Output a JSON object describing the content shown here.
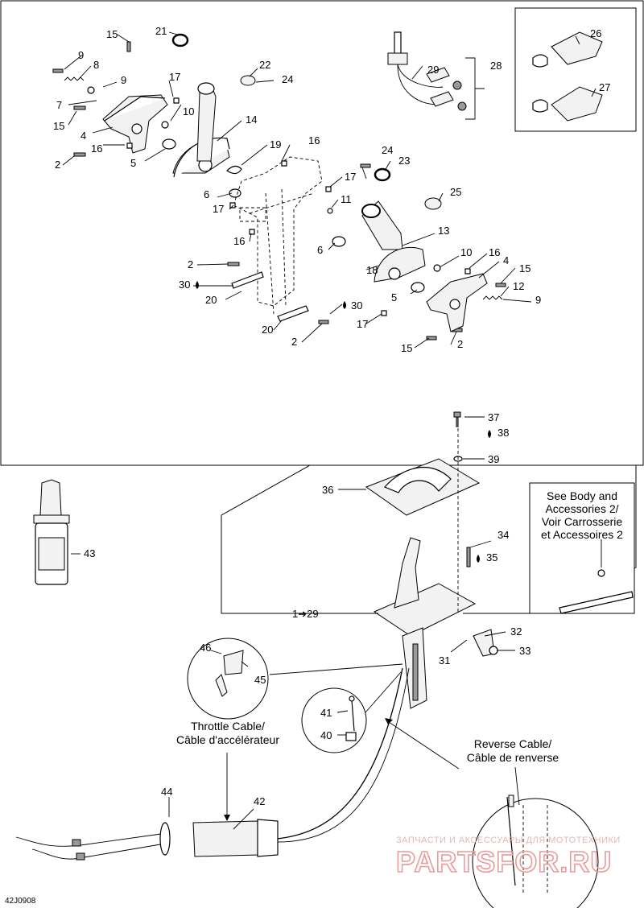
{
  "figure_code": "42J0908",
  "notes": {
    "see_body_line1": "See Body and",
    "see_body_line2": "Accessories 2/",
    "see_body_line3": "Voir Carrosserie",
    "see_body_line4": "et Accessoires 2",
    "throttle_line1": "Throttle Cable/",
    "throttle_line2": "Câble d'accélérateur",
    "reverse_line1": "Reverse Cable/",
    "reverse_line2": "Câble de renverse",
    "assembly_ref": "1➔29"
  },
  "watermark": {
    "line1": "ЗАПЧАСТИ И АКСЕССУАРЫ ДЛЯ МОТОТЕХНИКИ",
    "line2": "PARTSFOR.RU"
  },
  "labels": {
    "l2a": "2",
    "l2b": "2",
    "l2c": "2",
    "l2d": "2",
    "l4a": "4",
    "l4b": "4",
    "l5a": "5",
    "l5b": "5",
    "l6a": "6",
    "l6b": "6",
    "l7": "7",
    "l8": "8",
    "l9a": "9",
    "l9b": "9",
    "l9c": "9",
    "l10a": "10",
    "l10b": "10",
    "l11": "11",
    "l12": "12",
    "l13": "13",
    "l14": "14",
    "l15a": "15",
    "l15b": "15",
    "l15c": "15",
    "l15d": "15",
    "l16a": "16",
    "l16b": "16",
    "l16c": "16",
    "l16d": "16",
    "l17a": "17",
    "l17b": "17",
    "l17c": "17",
    "l17d": "17",
    "l18": "18",
    "l19": "19",
    "l20a": "20",
    "l20b": "20",
    "l21": "21",
    "l22": "22",
    "l23": "23",
    "l24a": "24",
    "l24b": "24",
    "l25": "25",
    "l26": "26",
    "l27": "27",
    "l28": "28",
    "l29": "29",
    "l30a": "30",
    "l30b": "30",
    "l31": "31",
    "l32": "32",
    "l33": "33",
    "l34": "34",
    "l35": "35",
    "l36": "36",
    "l37": "37",
    "l38": "38",
    "l39": "39",
    "l40": "40",
    "l41": "41",
    "l42": "42",
    "l43": "43",
    "l44": "44",
    "l45": "45",
    "l46": "46"
  }
}
